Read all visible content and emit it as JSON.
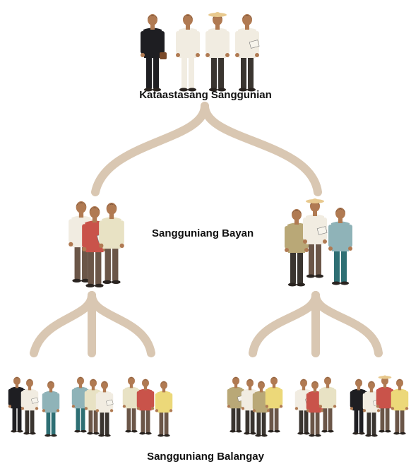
{
  "levels": {
    "top": "Kataastasang Sanggunian",
    "middle": "Sangguniang Bayan",
    "bottom": "Sangguniang Balangay"
  },
  "colors": {
    "branch": "#d9c7b2",
    "skin": "#b07a52",
    "hair": "#2a1e18",
    "black_coat": "#1e1e22",
    "white_shirt": "#f1ece1",
    "cream_shirt": "#e8e2c4",
    "yellow_shirt": "#ecd879",
    "red_shirt": "#c9534a",
    "khaki_shirt": "#b9a877",
    "teal_shirt": "#8fb3b8",
    "dark_pants": "#3a3530",
    "brown_pants": "#6b5648",
    "teal_pants": "#2e6f74",
    "hat": "#e8c98e"
  },
  "groups": [
    {
      "level": "top",
      "people": [
        "black",
        "white",
        "hat-white",
        "white-book"
      ]
    },
    {
      "level": "middle-left",
      "people": [
        "white",
        "red",
        "cream"
      ]
    },
    {
      "level": "middle-right",
      "people": [
        "khaki",
        "hat-white",
        "teal"
      ]
    }
  ],
  "icons": [
    "figure-group-icon",
    "branch-connector-icon"
  ]
}
